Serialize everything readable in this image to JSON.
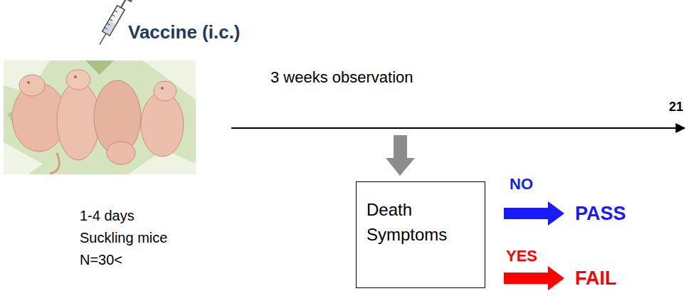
{
  "diagram": {
    "nodes": [
      {
        "text": [
          "Death Symptoms"
        ]
      }
    ],
    "labels": [
      "Vaccine (i.c.)",
      "3 weeks observation",
      "21",
      "1-4 days",
      "Suckling mice",
      "N=30<",
      "NO",
      "PASS",
      "YES",
      "FAIL"
    ]
  }
}
